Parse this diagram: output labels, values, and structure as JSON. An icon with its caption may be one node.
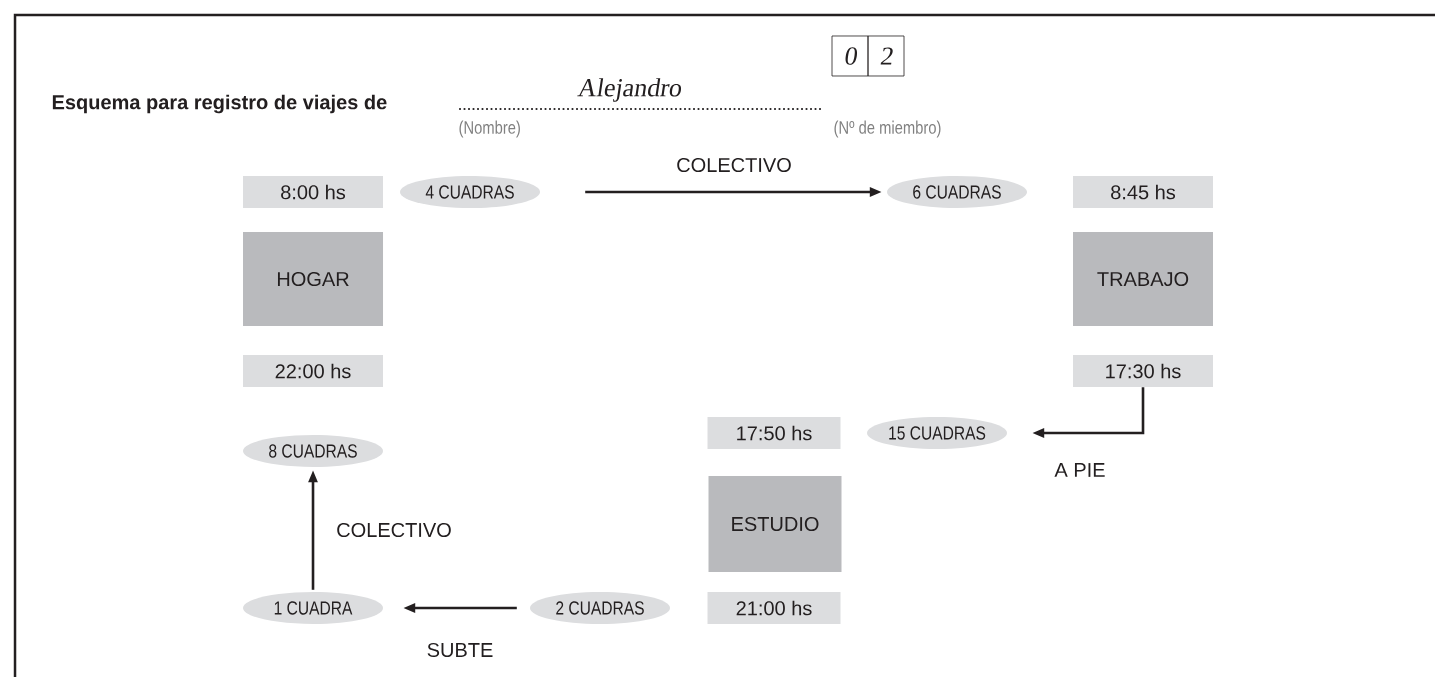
{
  "diagram": {
    "title": "Esquema para registro de viajes de",
    "nodes": [
      {
        "text": [
          "8:00 hs"
        ]
      },
      {
        "text": [
          "4 CUADRAS"
        ]
      },
      {
        "text": [
          "6 CUADRAS"
        ]
      },
      {
        "text": [
          "8:45 hs"
        ]
      },
      {
        "text": [
          "HOGAR"
        ]
      },
      {
        "text": [
          "TRABAJO"
        ]
      },
      {
        "text": [
          "22:00 hs"
        ]
      },
      {
        "text": [
          "17:30 hs"
        ]
      },
      {
        "text": [
          "17:50 hs"
        ]
      },
      {
        "text": [
          "15 CUADRAS"
        ]
      },
      {
        "text": [
          "8 CUADRAS"
        ]
      },
      {
        "text": [
          "ESTUDIO"
        ]
      },
      {
        "text": [
          "1 CUADRA"
        ]
      },
      {
        "text": [
          "2 CUADRAS"
        ]
      },
      {
        "text": [
          "21:00 hs"
        ]
      }
    ],
    "edges": [
      {
        "from": 1,
        "to": 2,
        "arrow": "to",
        "label": "COLECTIVO"
      },
      {
        "from": 7,
        "to": 9,
        "arrow": "to",
        "label": "A PIE"
      },
      {
        "from": 13,
        "to": 12,
        "arrow": "to",
        "label": "SUBTE"
      },
      {
        "from": 12,
        "to": 10,
        "arrow": "to",
        "label": "COLECTIVO"
      }
    ],
    "labels": [
      "Alejandro",
      "0",
      "2",
      "(Nombre)",
      "(Nº de miembro)"
    ]
  }
}
